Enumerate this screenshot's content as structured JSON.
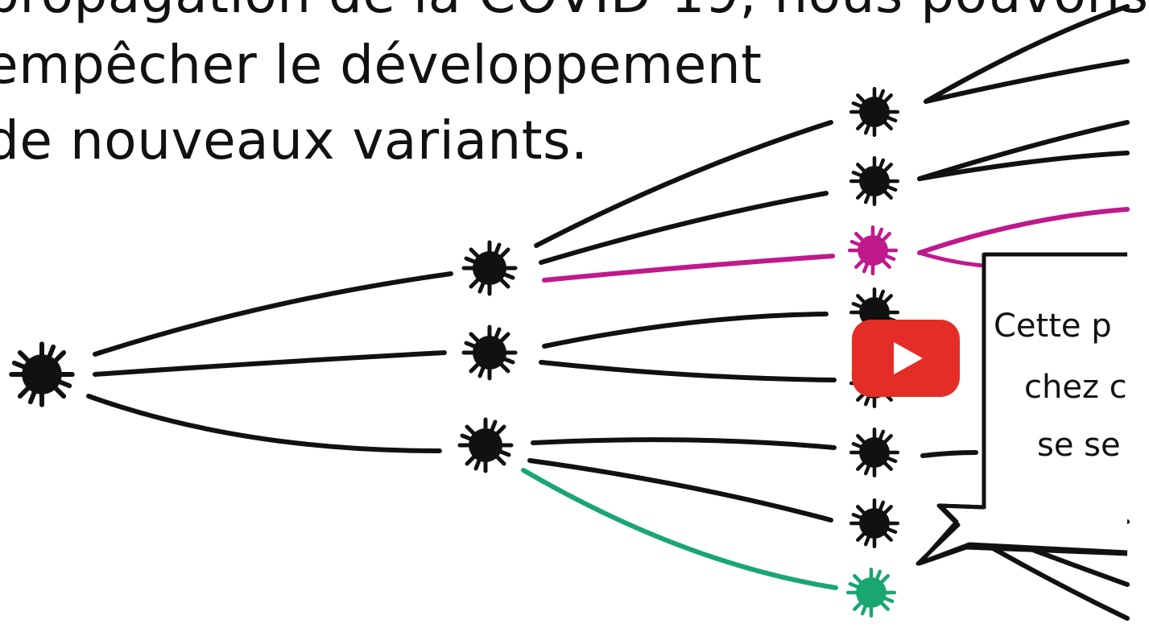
{
  "heading": {
    "lines": [
      "propagation de la COVID-19, nous pouvons",
      "empêcher le développement",
      "de nouveaux variants."
    ]
  },
  "callout": {
    "lines": [
      "Cette p",
      "chez c",
      "se se"
    ]
  },
  "colors": {
    "ink": "#111111",
    "variant_magenta": "#c0198c",
    "variant_green": "#1aa672",
    "play_red": "#e52d27"
  },
  "icons": [
    "virus-icon",
    "play-icon"
  ]
}
